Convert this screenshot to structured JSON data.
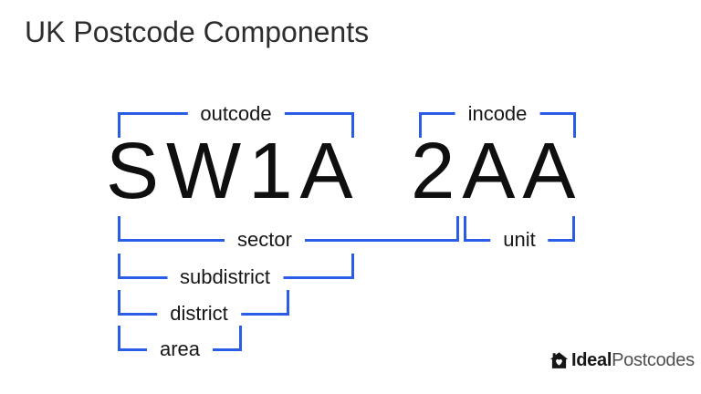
{
  "title": "UK Postcode Components",
  "postcode": {
    "outcode_text": "SW1A",
    "incode_text": "2AA",
    "full": "SW1A 2AA"
  },
  "brackets": {
    "outcode": {
      "label": "outcode"
    },
    "incode": {
      "label": "incode"
    },
    "sector": {
      "label": "sector"
    },
    "unit": {
      "label": "unit"
    },
    "subdistrict": {
      "label": "subdistrict"
    },
    "district": {
      "label": "district"
    },
    "area": {
      "label": "area"
    }
  },
  "logo": {
    "brand_bold": "Ideal",
    "brand_light": "Postcodes",
    "icon": "house-heart-icon"
  },
  "colors": {
    "bracket_blue": "#2b5ce5",
    "text_black": "#0f0f0f",
    "title_gray": "#2d2d2d",
    "logo_light_gray": "#4f4f4f",
    "background": "#ffffff"
  }
}
